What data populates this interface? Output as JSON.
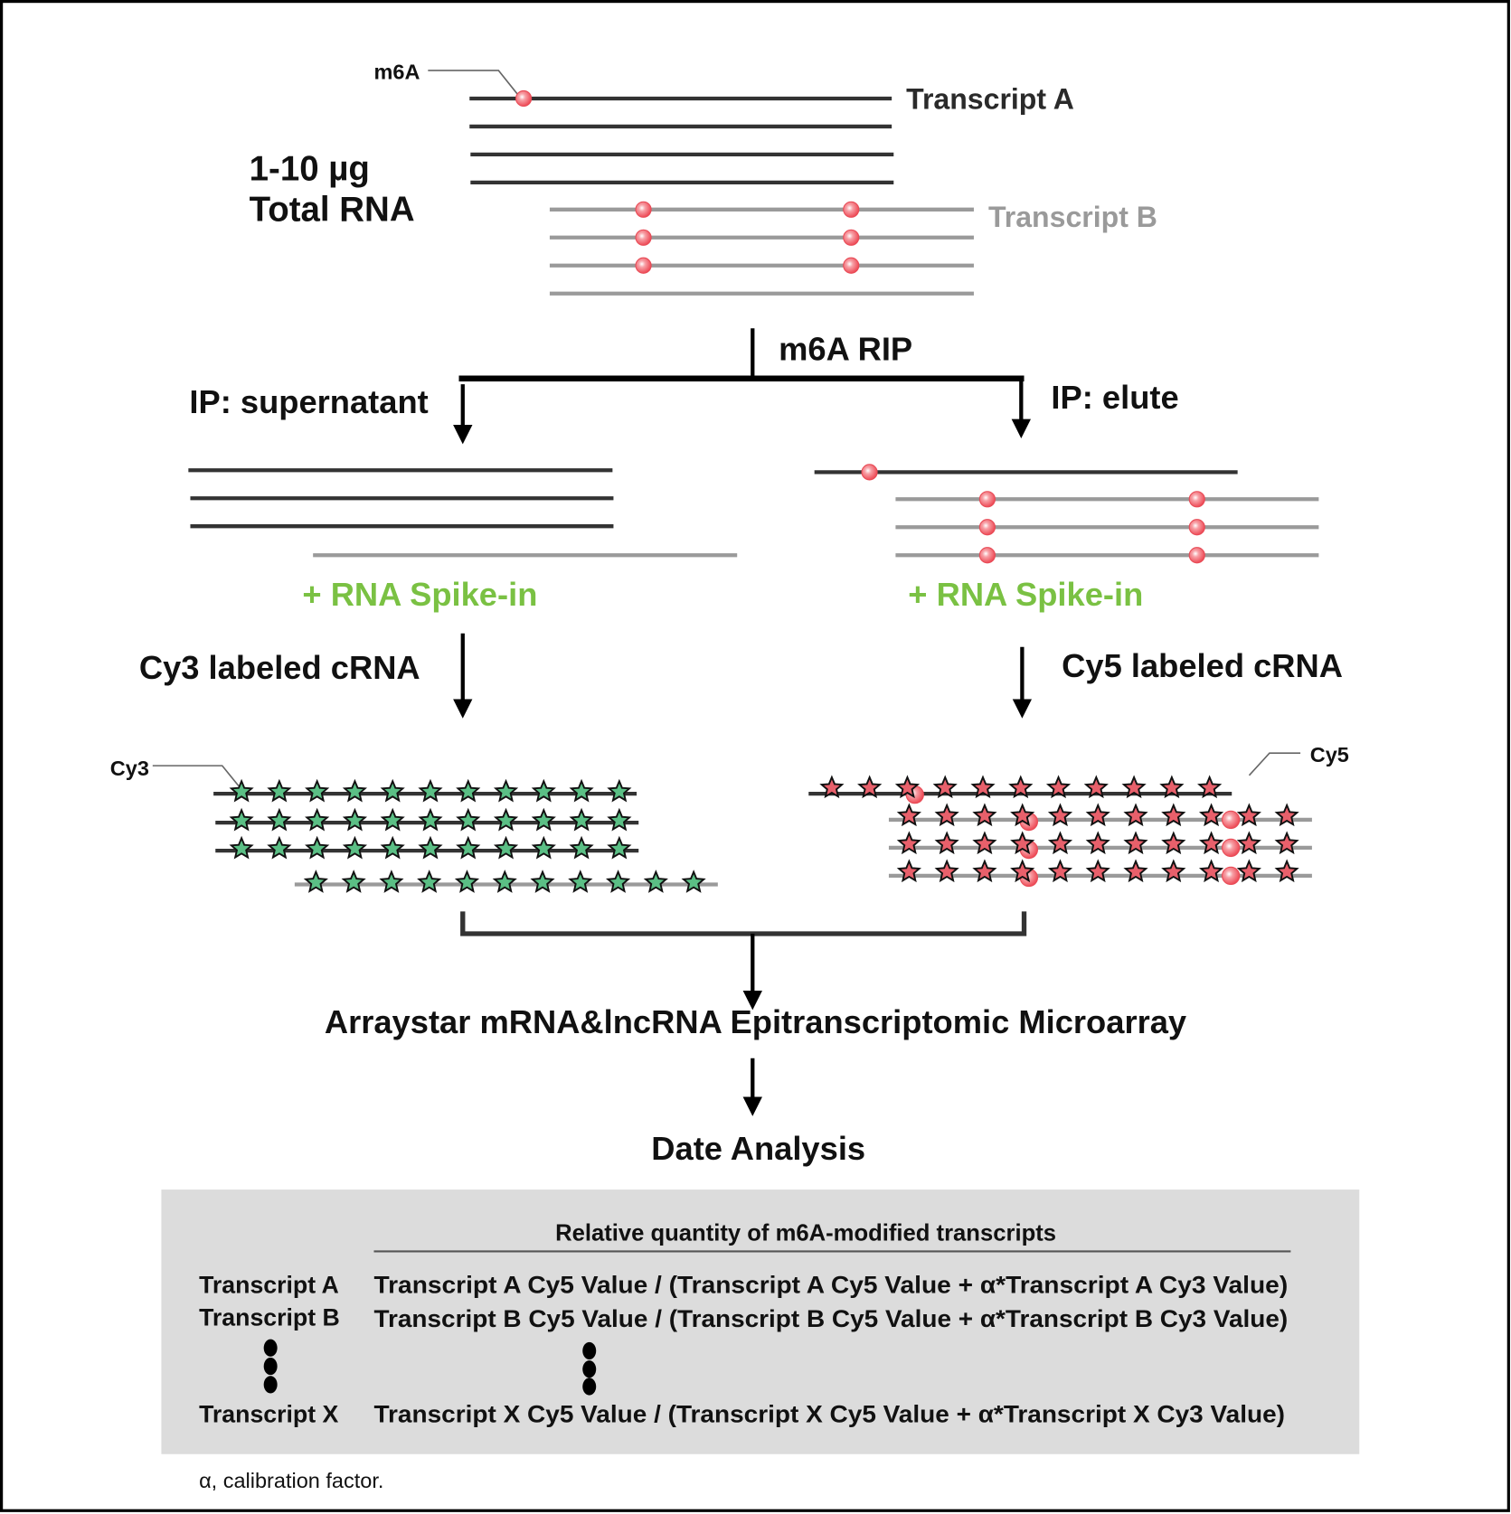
{
  "colors": {
    "dark_line": "#333333",
    "gray_line": "#9a9a9a",
    "m6a_dot": "#f05a64",
    "cy3_star": "#5bbf85",
    "cy5_star": "#e8606b",
    "spike_in_green": "#7ac143",
    "table_bg": "#dcdcdc",
    "text": "#111111",
    "transcript_b_label": "#9a9a9a"
  },
  "input": {
    "amount": "1-10 µg",
    "sample": "Total RNA",
    "m6a_label": "m6A",
    "transcript_a_label": "Transcript A",
    "transcript_b_label": "Transcript B"
  },
  "split": {
    "step_label": "m6A RIP",
    "left_label": "IP: supernatant",
    "right_label": "IP: elute"
  },
  "spike_in": {
    "left": "+ RNA Spike-in",
    "right": "+ RNA Spike-in"
  },
  "labeling": {
    "left": "Cy3 labeled cRNA",
    "right": "Cy5 labeled cRNA",
    "cy3_tag": "Cy3",
    "cy5_tag": "Cy5"
  },
  "microarray_label": "Arraystar mRNA&lncRNA Epitranscriptomic Microarray",
  "analysis_label": "Date Analysis",
  "table": {
    "header": "Relative quantity of m6A-modified transcripts",
    "rows": [
      {
        "name": "Transcript A",
        "formula": "Transcript A Cy5 Value / (Transcript A Cy5 Value + α*Transcript A Cy3 Value)"
      },
      {
        "name": "Transcript B",
        "formula": "Transcript B Cy5 Value / (Transcript B Cy5 Value + α*Transcript B Cy3 Value)"
      },
      {
        "name": "Transcript X",
        "formula": "Transcript X Cy5 Value / (Transcript X Cy5 Value + α*Transcript X Cy3 Value)"
      }
    ],
    "ellipsis": "⋮"
  },
  "footnote": "α, calibration factor."
}
